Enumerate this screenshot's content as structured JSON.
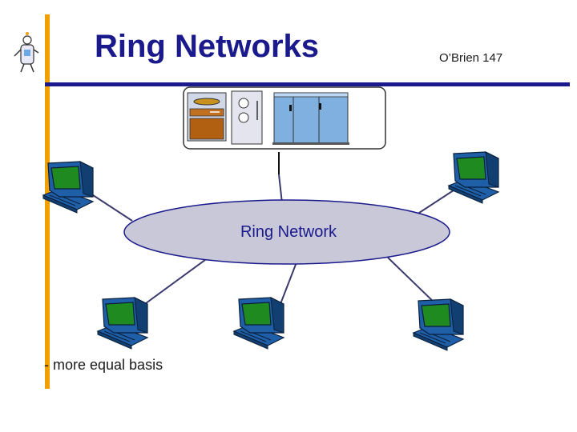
{
  "slide": {
    "title": "Ring Networks",
    "page_ref": "O’Brien 147",
    "note": "- more equal basis"
  },
  "diagram": {
    "ring_label": "Ring Network",
    "colors": {
      "accent_vertical": "#f0a000",
      "accent_horizontal": "#1a1a8c",
      "ring_fill": "#c8c8d8",
      "ring_stroke": "#1a1a8c",
      "screen": "#1f8a1f",
      "computer_body": "#1e5fa8",
      "link": "#3a3a6e"
    },
    "icons": [
      "cartoon-mascot-icon",
      "server-rack-icon",
      "computer-icon"
    ]
  }
}
